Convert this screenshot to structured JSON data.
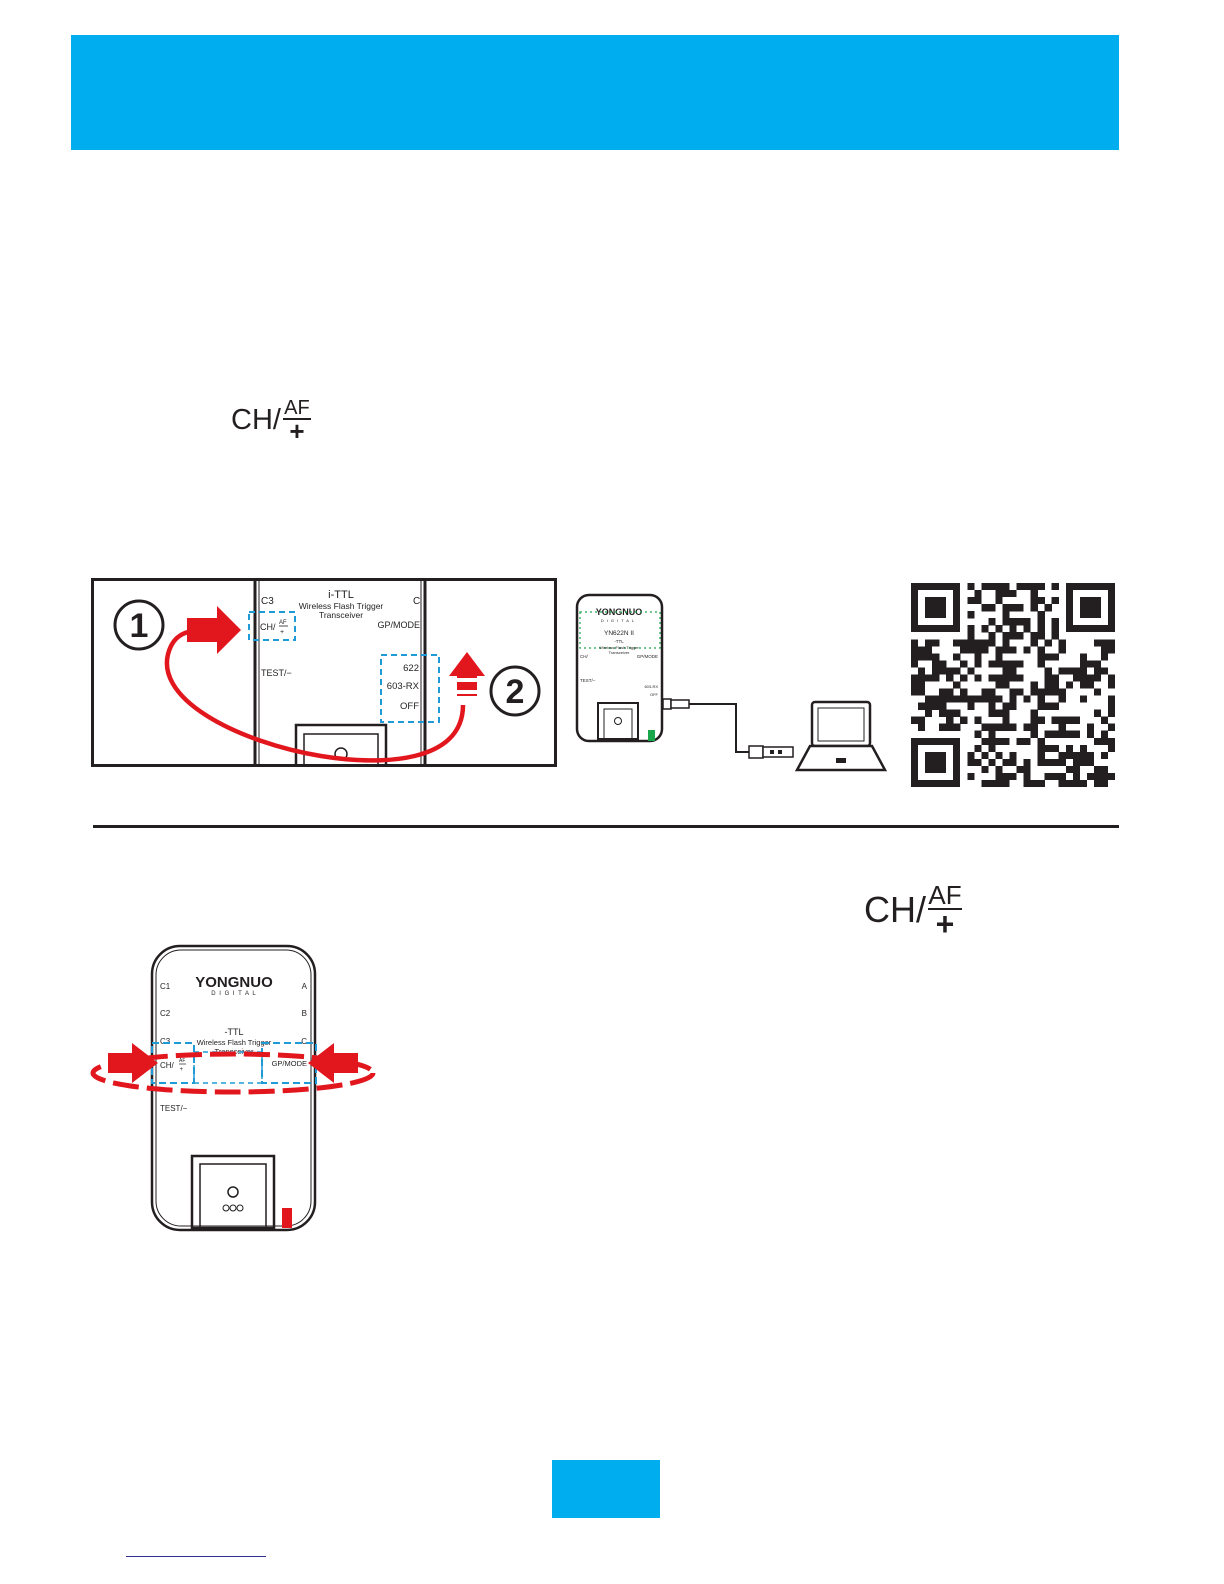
{
  "channel_button": {
    "ch": "CH/",
    "af": "AF",
    "plus": "+"
  },
  "figure_1": {
    "steps": [
      "1",
      "2"
    ],
    "device": {
      "mode_label": "i-TTL",
      "name_line1": "Wireless Flash Trigger",
      "name_line2": "Transceiver",
      "left_labels": [
        "C3",
        "TEST/−"
      ],
      "right_label_c": "C",
      "gp_mode": "GP/MODE",
      "ch_af": "CH/",
      "switch_positions": [
        "622",
        "603-RX",
        "OFF"
      ]
    }
  },
  "figure_2": {
    "brand": "YONGNUO",
    "brand_sub": "DIGITAL",
    "model": "YN622N II",
    "mode_label": "-TTL",
    "name_line1": "Wireless Flash Trigger",
    "name_line2": "Transceiver",
    "ch_af": "CH/",
    "gp_mode": "GP/MODE",
    "test": "TEST/−",
    "switch_positions": [
      "603-RX",
      "OFF"
    ],
    "connections": [
      "usb-cable",
      "laptop"
    ]
  },
  "qr_code": "qr-code",
  "figure_3": {
    "brand": "YONGNUO",
    "brand_sub": "D I G I T A L",
    "mode_label": "-TTL",
    "name_line1": "Wireless Flash Trigger",
    "name_line2": "Transceiver",
    "left_labels": [
      "C1",
      "C2",
      "C3"
    ],
    "right_labels": [
      "A",
      "B",
      "C"
    ],
    "ch_af": "CH/",
    "gp_mode": "GP/MODE",
    "test": "TEST/−"
  },
  "colors": {
    "accent_blue": "#00aeef",
    "arrow_red": "#e2171e",
    "highlight_dash": "#1e9bd7",
    "led_green": "#1aa64a",
    "text": "#231f20"
  }
}
